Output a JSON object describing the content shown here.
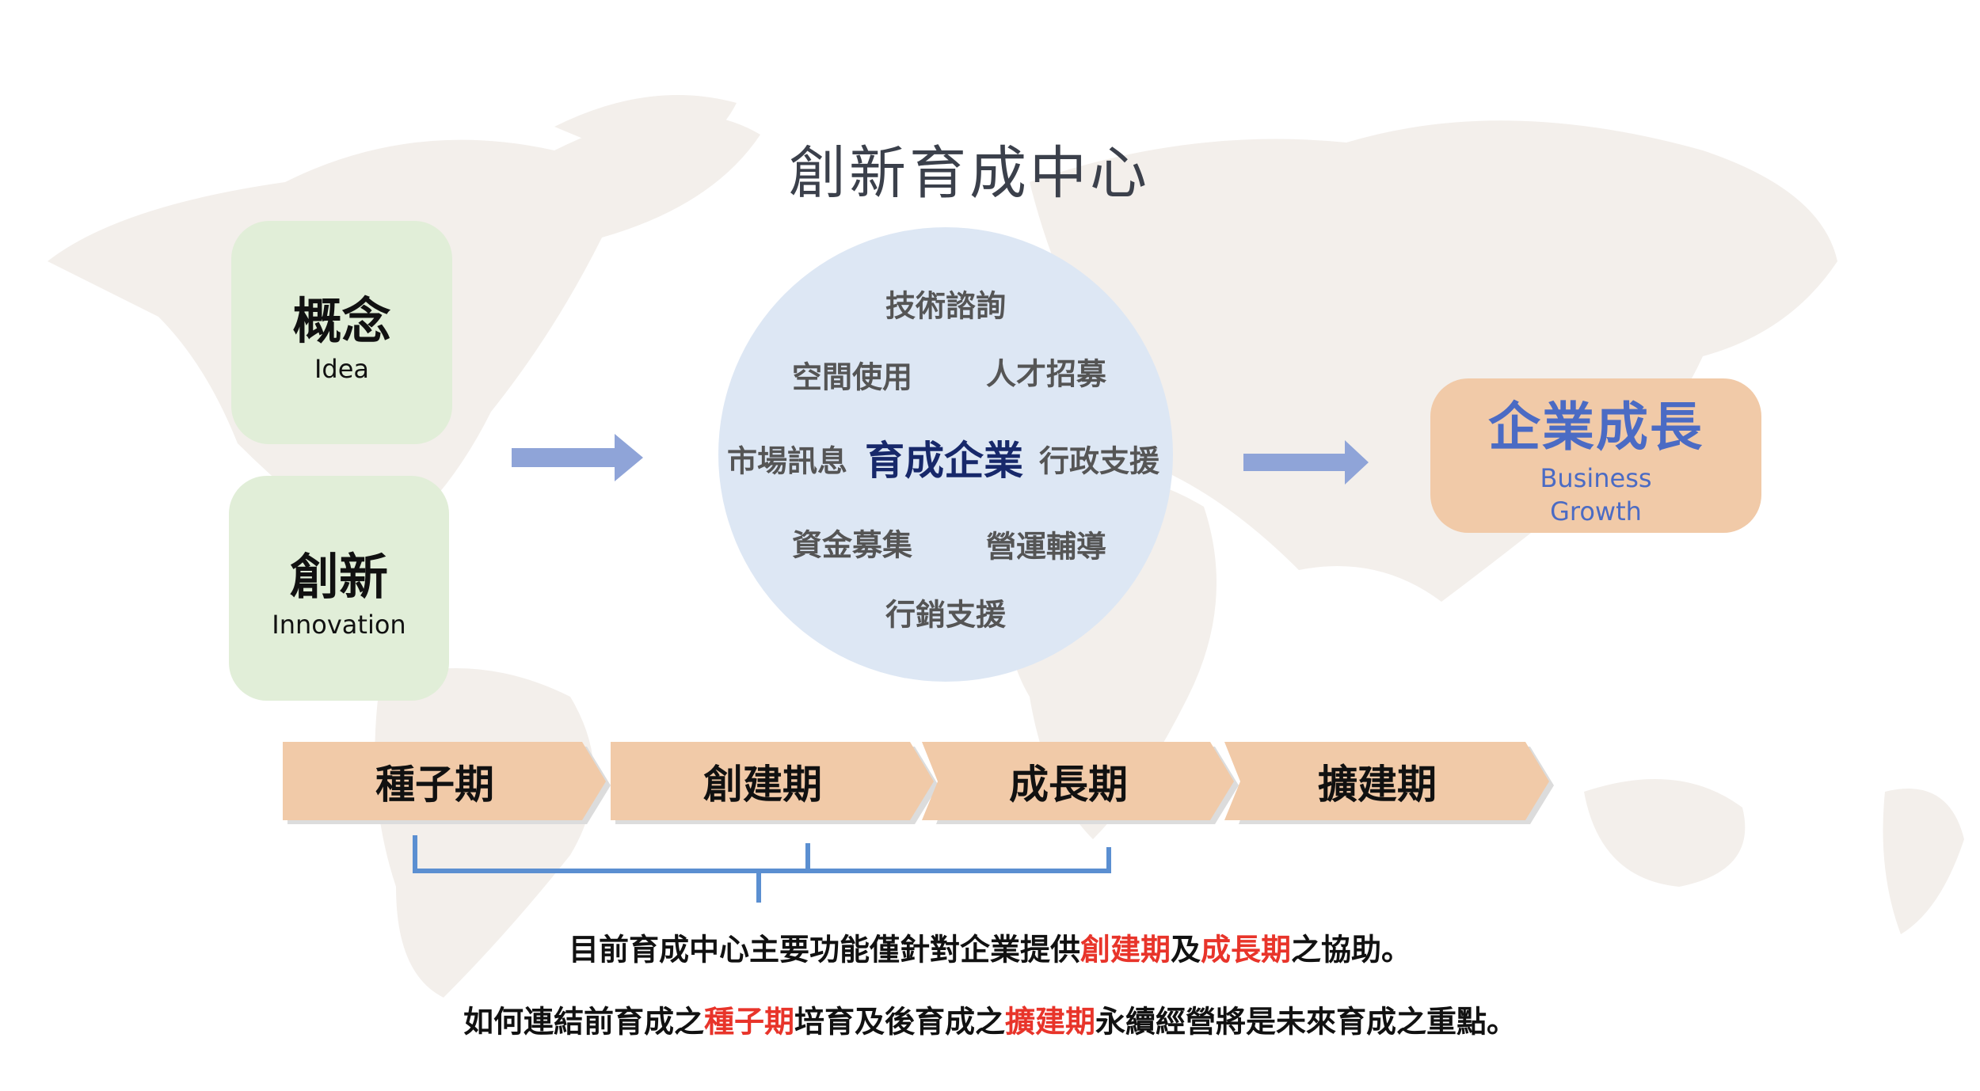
{
  "title": "創新育成中心",
  "inputs": [
    {
      "zh": "概念",
      "en": "Idea"
    },
    {
      "zh": "創新",
      "en": "Innovation"
    }
  ],
  "center": {
    "core": "育成企業",
    "services": [
      "技術諮詢",
      "空間使用",
      "人才招募",
      "市場訊息",
      "行政支援",
      "資金募集",
      "營運輔導",
      "行銷支援"
    ]
  },
  "output": {
    "zh": "企業成長",
    "en_line1": "Business",
    "en_line2": "Growth"
  },
  "stages": [
    "種子期",
    "創建期",
    "成長期",
    "擴建期"
  ],
  "notes": {
    "line1": {
      "a": "目前育成中心主要功能僅針對企業提供",
      "b": "創建期",
      "c": "及",
      "d": "成長期",
      "e": "之協助。"
    },
    "line2": {
      "a": "如何連結前育成之",
      "b": "種子期",
      "c": "培育及後育成之",
      "d": "擴建期",
      "e": "永續經營將是未來育成之重點。"
    }
  },
  "colors": {
    "arrow": "#8fa4d8",
    "bracket": "#5b8fd1",
    "highlight": "#e8342a",
    "stage": "#f1caa8",
    "core": "#17286a"
  }
}
